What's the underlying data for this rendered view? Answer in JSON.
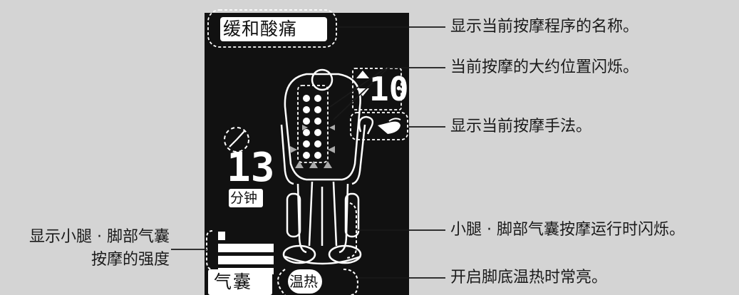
{
  "display": {
    "program_name": "缓和酸痛",
    "timer_value": "13",
    "timer_unit": "分钟",
    "speed_value": "10",
    "airbag_label": "气囊",
    "heat_label": "温热"
  },
  "annotations": {
    "program_name": "显示当前按摩程序的名称。",
    "position_blink": "当前按摩的大约位置闪烁。",
    "technique": "显示当前按摩手法。",
    "airbag_intensity_line1": "显示小腿 · 脚部气囊",
    "airbag_intensity_line2": "按摩的强度",
    "calf_airbag_blink": "小腿 · 脚部气囊按摩运行时闪烁。",
    "heat_on": "开启脚底温热时常亮。"
  },
  "colors": {
    "background": "#d4d4d4",
    "panel": "#111111",
    "text": "#1a1a1a",
    "panel_fg": "#ffffff",
    "dim": "#9a9a9a"
  },
  "icons": [
    "timer-icon",
    "chair-body-icon",
    "massage-technique-icon",
    "arrow-icon"
  ]
}
